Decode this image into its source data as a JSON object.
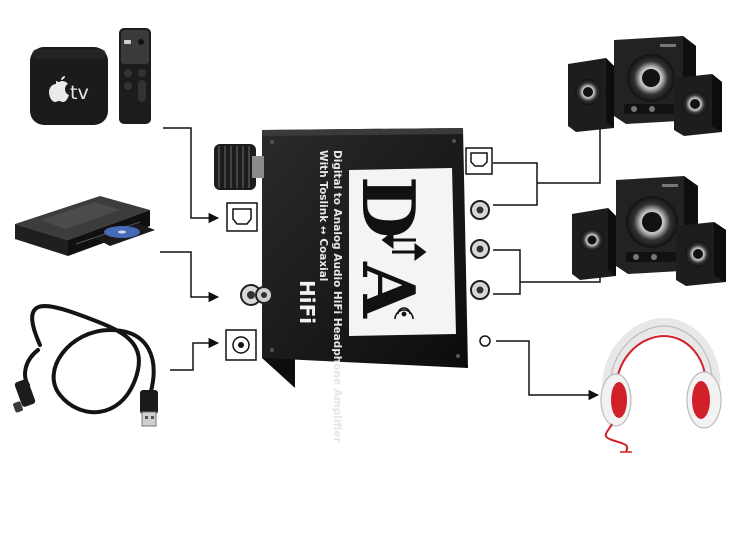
{
  "colors": {
    "background": "#ffffff",
    "device_body": "#141414",
    "line": "#111111",
    "headphone_red": "#d2202a"
  },
  "sources": {
    "apple_tv": {
      "brand_text": "tv",
      "icon": "apple-icon"
    },
    "dvd_player": {
      "icon": "dvd-player-icon"
    },
    "usb_cable": {
      "icon": "usb-cable-icon"
    }
  },
  "device": {
    "top_text_line1": "Digital to Analog Audio HiFi Headphone Amplifier",
    "top_text_line2": "With Toslink ↔ Coaxial",
    "logo_left": "D",
    "logo_right": "A",
    "hifi_label": "HiFi",
    "knob_icon": "volume-knob-icon"
  },
  "ports": {
    "input_optical_icon": "optical-port-icon",
    "input_coaxial_icon": "coaxial-port-icon",
    "input_power_icon": "dc-power-port-icon",
    "output_optical_icon": "optical-port-icon",
    "output_rca_icon": "rca-port-icon",
    "output_headphone_icon": "headphone-jack-icon"
  },
  "outputs": {
    "speakers_top": {
      "icon": "speaker-set-icon"
    },
    "speakers_bottom": {
      "icon": "speaker-set-icon"
    },
    "headphones": {
      "icon": "headphones-icon"
    }
  }
}
